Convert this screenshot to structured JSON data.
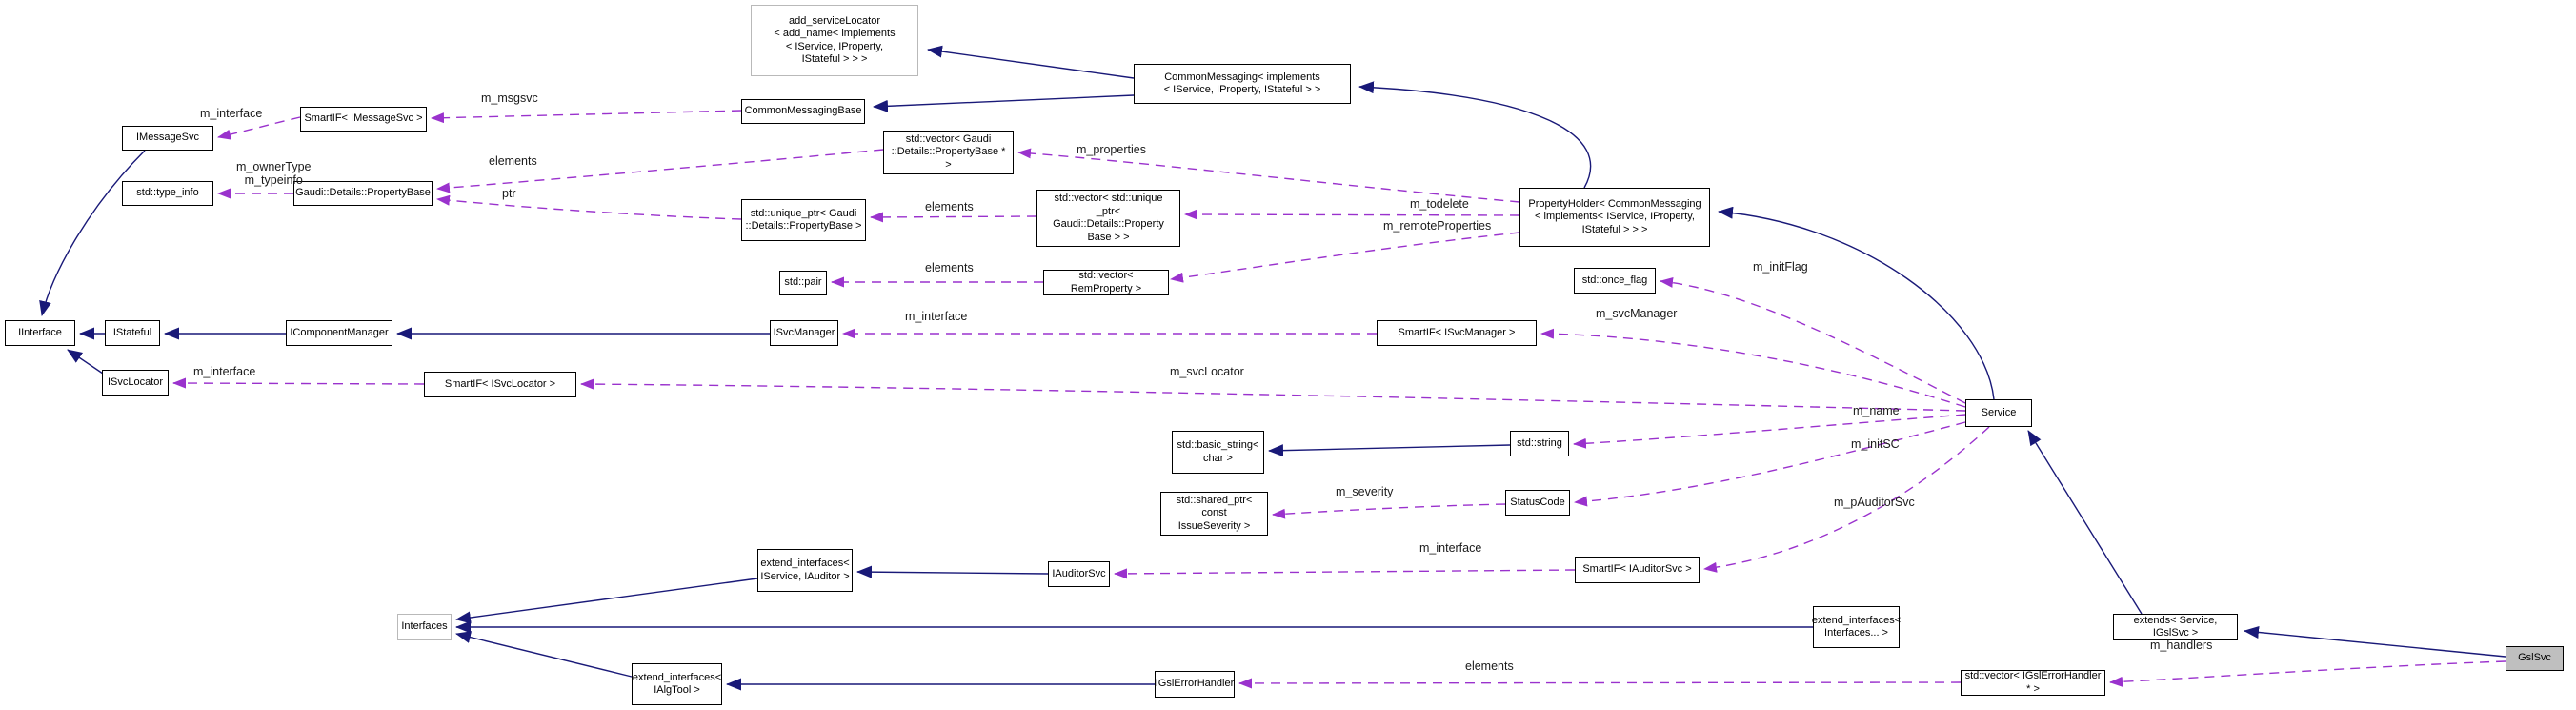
{
  "diagram": {
    "kind": "doxygen-collaboration-graph",
    "focus_class": "GslSvc",
    "colors": {
      "inheritance_edge": "#191978",
      "member_edge": "#9a32cd",
      "node_border": "#000000",
      "muted_node_border": "#b9b9b9",
      "highlight_node_fill": "#bfbfbf",
      "background": "#ffffff"
    },
    "nodes": {
      "add_serviceLocator": {
        "label": "add_serviceLocator\n< add_name< implements\n< IService, IProperty,\nIStateful > > >"
      },
      "CommonMessaging": {
        "label": "CommonMessaging< implements\n< IService, IProperty, IStateful > >"
      },
      "CommonMessagingBase": {
        "label": "CommonMessagingBase"
      },
      "SmartIF_IMessageSvc": {
        "label": "SmartIF< IMessageSvc >"
      },
      "IMessageSvc": {
        "label": "IMessageSvc"
      },
      "std_type_info": {
        "label": "std::type_info"
      },
      "Gaudi_Details_PropertyBase": {
        "label": "Gaudi::Details::PropertyBase"
      },
      "std_vector_PropertyBase_ptr": {
        "label": "std::vector< Gaudi\n::Details::PropertyBase * >"
      },
      "std_unique_ptr_PropertyBase": {
        "label": "std::unique_ptr< Gaudi\n::Details::PropertyBase >"
      },
      "std_vector_unique_ptr": {
        "label": "std::vector< std::unique\n_ptr< Gaudi::Details::Property\nBase > >"
      },
      "PropertyHolder": {
        "label": "PropertyHolder< CommonMessaging\n< implements< IService, IProperty,\nIStateful > > >"
      },
      "std_pair": {
        "label": "std::pair"
      },
      "std_vector_RemProperty": {
        "label": "std::vector< RemProperty >"
      },
      "std_once_flag": {
        "label": "std::once_flag"
      },
      "IInterface": {
        "label": "IInterface"
      },
      "IStateful": {
        "label": "IStateful"
      },
      "IComponentManager": {
        "label": "IComponentManager"
      },
      "ISvcManager": {
        "label": "ISvcManager"
      },
      "SmartIF_ISvcManager": {
        "label": "SmartIF< ISvcManager >"
      },
      "ISvcLocator": {
        "label": "ISvcLocator"
      },
      "SmartIF_ISvcLocator": {
        "label": "SmartIF< ISvcLocator >"
      },
      "Service": {
        "label": "Service"
      },
      "std_basic_string": {
        "label": "std::basic_string<\nchar >"
      },
      "std_string": {
        "label": "std::string"
      },
      "StatusCode": {
        "label": "StatusCode"
      },
      "std_shared_ptr_IssueSeverity": {
        "label": "std::shared_ptr< const\nIssueSeverity >"
      },
      "extend_interfaces_IService_IAuditor": {
        "label": "extend_interfaces<\nIService, IAuditor >"
      },
      "IAuditorSvc": {
        "label": "IAuditorSvc"
      },
      "SmartIF_IAuditorSvc": {
        "label": "SmartIF< IAuditorSvc >"
      },
      "Interfaces": {
        "label": "Interfaces"
      },
      "extend_interfaces_Interfaces": {
        "label": "extend_interfaces<\nInterfaces... >"
      },
      "extends_Service_IGslSvc": {
        "label": "extends< Service, IGslSvc >"
      },
      "GslSvc": {
        "label": "GslSvc"
      },
      "std_vector_IGslErrorHandler": {
        "label": "std::vector< IGslErrorHandler * >"
      },
      "extend_interfaces_IAlgTool": {
        "label": "extend_interfaces<\nIAlgTool >"
      },
      "IGslErrorHandler": {
        "label": "IGslErrorHandler"
      }
    },
    "edge_labels": {
      "m_interface_msgsvc": "m_interface",
      "m_msgsvc": "m_msgsvc",
      "m_ownerType_m_typeinfo": "m_ownerType\nm_typeinfo",
      "elements_propertybase": "elements",
      "ptr": "ptr",
      "m_properties": "m_properties",
      "elements_unique": "elements",
      "m_todelete": "m_todelete",
      "m_remoteProperties": "m_remoteProperties",
      "elements_pair": "elements",
      "m_initFlag": "m_initFlag",
      "m_interface_svcmanager": "m_interface",
      "m_svcManager": "m_svcManager",
      "m_interface_svclocator": "m_interface",
      "m_svcLocator": "m_svcLocator",
      "m_name": "m_name",
      "m_initSC": "m_initSC",
      "m_severity": "m_severity",
      "m_pAuditorSvc": "m_pAuditorSvc",
      "m_interface_auditorsvc": "m_interface",
      "m_handlers": "m_handlers",
      "elements_gslerrorhandler": "elements"
    },
    "edges": [
      {
        "from": "CommonMessaging",
        "to": "add_serviceLocator",
        "style": "inheritance"
      },
      {
        "from": "CommonMessaging",
        "to": "CommonMessagingBase",
        "style": "inheritance"
      },
      {
        "from": "PropertyHolder",
        "to": "CommonMessaging",
        "style": "inheritance"
      },
      {
        "from": "Service",
        "to": "PropertyHolder",
        "style": "inheritance"
      },
      {
        "from": "extends_Service_IGslSvc",
        "to": "Service",
        "style": "inheritance"
      },
      {
        "from": "GslSvc",
        "to": "extends_Service_IGslSvc",
        "style": "inheritance"
      },
      {
        "from": "extends_Service_IGslSvc",
        "to": "extend_interfaces_Interfaces",
        "style": "inheritance"
      },
      {
        "from": "IMessageSvc",
        "to": "IInterface",
        "style": "inheritance"
      },
      {
        "from": "IStateful",
        "to": "IInterface",
        "style": "inheritance"
      },
      {
        "from": "IComponentManager",
        "to": "IStateful",
        "style": "inheritance"
      },
      {
        "from": "ISvcManager",
        "to": "IComponentManager",
        "style": "inheritance"
      },
      {
        "from": "ISvcLocator",
        "to": "IInterface",
        "style": "inheritance"
      },
      {
        "from": "std_string",
        "to": "std_basic_string",
        "style": "inheritance"
      },
      {
        "from": "IAuditorSvc",
        "to": "extend_interfaces_IService_IAuditor",
        "style": "inheritance"
      },
      {
        "from": "extend_interfaces_IService_IAuditor",
        "to": "Interfaces",
        "style": "inheritance"
      },
      {
        "from": "extend_interfaces_Interfaces",
        "to": "Interfaces",
        "style": "inheritance"
      },
      {
        "from": "extend_interfaces_IAlgTool",
        "to": "Interfaces",
        "style": "inheritance"
      },
      {
        "from": "IGslErrorHandler",
        "to": "extend_interfaces_IAlgTool",
        "style": "inheritance"
      },
      {
        "from": "SmartIF_IMessageSvc",
        "to": "IMessageSvc",
        "style": "member",
        "label": "m_interface"
      },
      {
        "from": "CommonMessagingBase",
        "to": "SmartIF_IMessageSvc",
        "style": "member",
        "label": "m_msgsvc"
      },
      {
        "from": "Gaudi_Details_PropertyBase",
        "to": "std_type_info",
        "style": "member",
        "label": "m_ownerType m_typeinfo"
      },
      {
        "from": "std_vector_PropertyBase_ptr",
        "to": "Gaudi_Details_PropertyBase",
        "style": "member",
        "label": "elements"
      },
      {
        "from": "std_unique_ptr_PropertyBase",
        "to": "Gaudi_Details_PropertyBase",
        "style": "member",
        "label": "ptr"
      },
      {
        "from": "PropertyHolder",
        "to": "std_vector_PropertyBase_ptr",
        "style": "member",
        "label": "m_properties"
      },
      {
        "from": "std_vector_unique_ptr",
        "to": "std_unique_ptr_PropertyBase",
        "style": "member",
        "label": "elements"
      },
      {
        "from": "PropertyHolder",
        "to": "std_vector_unique_ptr",
        "style": "member",
        "label": "m_todelete"
      },
      {
        "from": "PropertyHolder",
        "to": "std_vector_RemProperty",
        "style": "member",
        "label": "m_remoteProperties"
      },
      {
        "from": "std_vector_RemProperty",
        "to": "std_pair",
        "style": "member",
        "label": "elements"
      },
      {
        "from": "Service",
        "to": "std_once_flag",
        "style": "member",
        "label": "m_initFlag"
      },
      {
        "from": "SmartIF_ISvcManager",
        "to": "ISvcManager",
        "style": "member",
        "label": "m_interface"
      },
      {
        "from": "Service",
        "to": "SmartIF_ISvcManager",
        "style": "member",
        "label": "m_svcManager"
      },
      {
        "from": "SmartIF_ISvcLocator",
        "to": "ISvcLocator",
        "style": "member",
        "label": "m_interface"
      },
      {
        "from": "Service",
        "to": "SmartIF_ISvcLocator",
        "style": "member",
        "label": "m_svcLocator"
      },
      {
        "from": "Service",
        "to": "std_string",
        "style": "member",
        "label": "m_name"
      },
      {
        "from": "Service",
        "to": "StatusCode",
        "style": "member",
        "label": "m_initSC"
      },
      {
        "from": "StatusCode",
        "to": "std_shared_ptr_IssueSeverity",
        "style": "member",
        "label": "m_severity"
      },
      {
        "from": "Service",
        "to": "SmartIF_IAuditorSvc",
        "style": "member",
        "label": "m_pAuditorSvc"
      },
      {
        "from": "SmartIF_IAuditorSvc",
        "to": "IAuditorSvc",
        "style": "member",
        "label": "m_interface"
      },
      {
        "from": "GslSvc",
        "to": "std_vector_IGslErrorHandler",
        "style": "member",
        "label": "m_handlers"
      },
      {
        "from": "std_vector_IGslErrorHandler",
        "to": "IGslErrorHandler",
        "style": "member",
        "label": "elements"
      }
    ]
  }
}
